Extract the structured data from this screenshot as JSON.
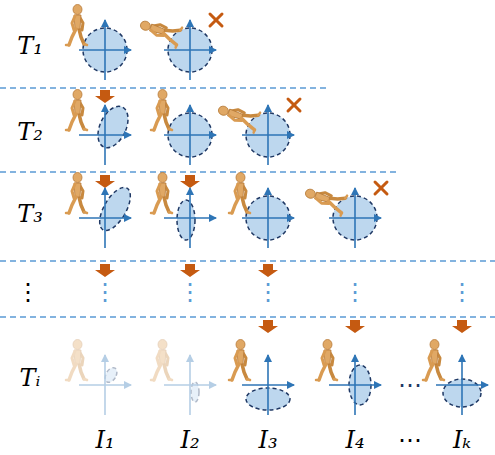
{
  "diagram": {
    "labels": [
      "T₁",
      "T₂",
      "T₃",
      "⋮",
      "⋮",
      "⋮",
      "⋮",
      "⋮",
      "⋮",
      "Tᵢ",
      "⋯",
      "I₁",
      "I₂",
      "I₃",
      "I₄",
      "⋯",
      "Iₖ"
    ]
  }
}
